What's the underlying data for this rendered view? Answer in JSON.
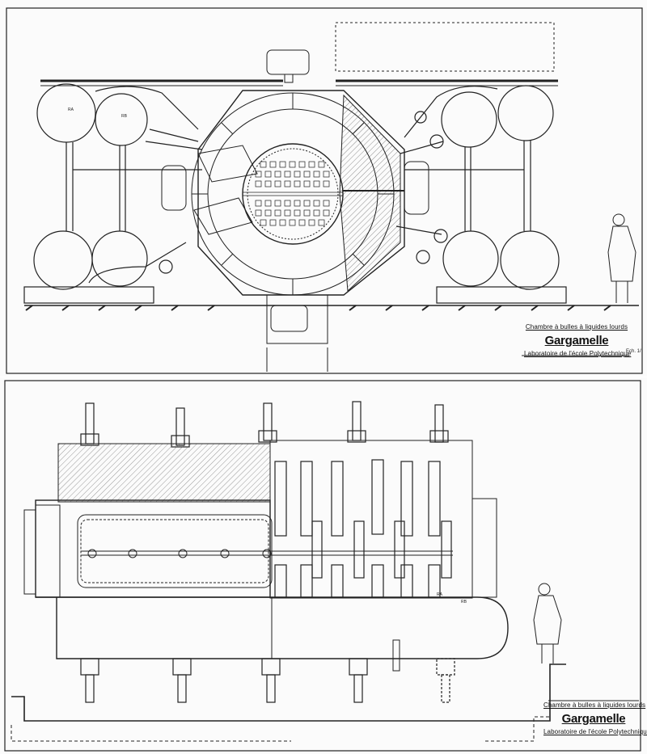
{
  "sheet_top": {
    "caption_line1": "Chambre à bulles à liquides lourds",
    "title": "Gargamelle",
    "caption_line2": "Laboratoire de l'école Polytechnique",
    "scale_note": "Ech. 1/",
    "sphere_labels": [
      "RA",
      "RB"
    ]
  },
  "sheet_bottom": {
    "caption_line1": "Chambre à bulles à liquides lourds",
    "title": "Gargamelle",
    "caption_line2": "Laboratoire de l'école Polytechnique",
    "part_labels": [
      "RA",
      "RB"
    ]
  }
}
